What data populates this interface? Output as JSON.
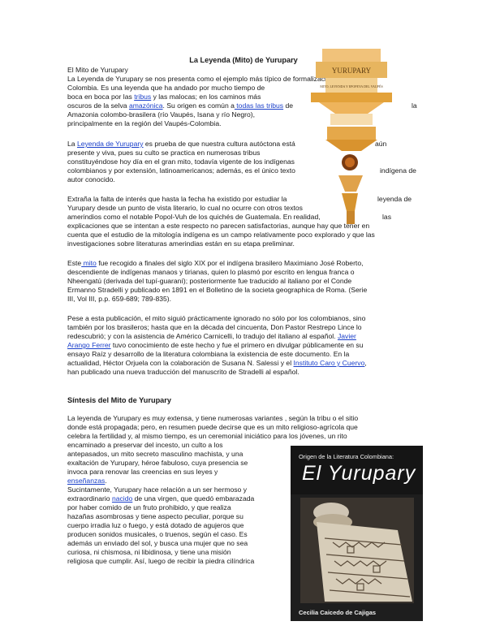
{
  "title": "La Leyenda (Mito) de Yurupary",
  "subtitle": "El Mito de Yurupary",
  "p1": {
    "l1": "La Leyenda de Yurupary se nos presenta como el ejemplo más típico de formalización literaria en",
    "l2": "Colombia. Es una leyenda que ha andado por mucho tiempo de",
    "l3a": "boca en boca por las ",
    "l3link": "tribus",
    "l3b": " y las malocas; en los caminos más",
    "l4a": "oscuros de la selva ",
    "l4link1": "amazónica",
    "l4b": ". Su origen es común a",
    "l4link2": " todas las tribus",
    "l4c": " de",
    "l4d": "la",
    "l5": "Amazonia colombo-brasilera (río Vaupés, Isana y río Negro),",
    "l6": "principalmente en la región del Vaupés-Colombia."
  },
  "p2": {
    "l1a": "La ",
    "l1link": "Leyenda de Yurupary",
    "l1b": " es prueba de que nuestra cultura autóctona está",
    "l1c": "aún",
    "l2": "presente y viva, pues su culto se practica en numerosas tribus",
    "l3": "constituyéndose hoy día en el gran mito, todavía vigente de los indígenas",
    "l4a": "colombianos y por extensión, latinoamericanos; además, es el único texto",
    "l4b": "indígena de",
    "l5": "autor conocido."
  },
  "p3": {
    "l1a": "Extraña la falta de interés que hasta la fecha ha existido por estudiar la",
    "l1b": "leyenda de",
    "l2": "Yurupary desde un punto de vista literario, lo cual no ocurre con otros textos",
    "l3a": "amerindios como el notable Popol-Vuh de los quichés de Guatemala. En realidad,",
    "l3b": "las",
    "l4": "explicaciones que se intentan a este respecto no parecen satisfactorias, aunque hay que tener en",
    "l5": "cuenta que el estudio de la mitología indígena es un campo relativamente poco explorado y que las",
    "l6": "investigaciones sobre literaturas amerindias están en su etapa preliminar."
  },
  "p4": {
    "l1a": "Este",
    "l1link": " mito",
    "l1b": " fue recogido a finales del siglo XIX por el indígena brasilero Maximiano José Roberto,",
    "l2": "descendiente de indígenas manaos y tirianas, quien lo plasmó por escrito en lengua franca o",
    "l3": "Nheengatú (derivada del tupí-guaraní); posteriormente fue traducido al italiano por el Conde",
    "l4": "Ermanno Stradelli y publicado en 1891 en el Bolletino de la societa geographica de Roma. (Serie",
    "l5": "III, Vol III, p.p. 659-689; 789-835)."
  },
  "p5": {
    "l1": "Pese a esta publicación, el mito siguió prácticamente ignorado no sólo por los colombianos, sino",
    "l2": "también por los brasileros; hasta que en la década del cincuenta, Don Pastor Restrepo Lince lo",
    "l3a": "redescubrió; y con la asistencia de Américo Carnicelli, lo tradujo del italiano al español. ",
    "l3link": "Javier",
    "l4link": "Arango Ferrer",
    "l4b": " tuvo conocimiento de este hecho y fue el primero en divulgar públicamente en su",
    "l5": "ensayo Raíz y desarrollo de la literatura colombiana la existencia de este documento. En la",
    "l6a": "actualidad, Héctor Orjuela con la colaboración de Susana N. Salessi y el ",
    "l6link": "Instituto Caro y Cuervo",
    "l6b": ",",
    "l7": "han publicado una nueva traducción del manuscrito de Stradelli al español."
  },
  "section2": "Síntesis del Mito de Yurupary",
  "p6": {
    "l1": "La leyenda de Yurupary es muy extensa, y tiene numerosas variantes , según la tribu o el sitio",
    "l2": "donde está propagada; pero, en resumen puede decirse que es un mito religioso-agrícola que",
    "l3": "celebra la fertilidad y, al mismo tiempo, es un ceremonial iniciático para los jóvenes, un rito",
    "l4": "encaminado a preservar del incesto, un culto a los",
    "l5": "antepasados, un mito secreto masculino machista, y una",
    "l6": "exaltación de Yurupary, héroe fabuloso, cuya presencia se",
    "l7": "invoca para renovar las creencias en sus leyes y",
    "l8link": "enseñanzas",
    "l8b": "."
  },
  "p7": {
    "l1": "Sucintamente, Yurupary hace relación a un ser hermoso y",
    "l2a": "extraordinario ",
    "l2link": "nacido",
    "l2b": " de una virgen, que quedó embarazada",
    "l3": "por haber comido de un fruto prohibido, y que realiza",
    "l4": "hazañas asombrosas y tiene aspecto peculiar, porque su",
    "l5": "cuerpo irradia luz o fuego, y está dotado de agujeros que",
    "l6": "producen sonidos musicales, o truenos, según el caso. Es",
    "l7": "además un enviado del sol, y busca una mujer que no sea",
    "l8": "curiosa, ni chismosa, ni libidinosa, y tiene una misión",
    "l9": "religiosa que cumplir. Así, luego de recibir la piedra cilíndrica"
  },
  "cover1": {
    "top_text": "YURUPARY",
    "caption": "MITO, LEYENDA Y EPOPEYA DEL VAUPÉS"
  },
  "cover2": {
    "header": "Origen de la Literatura Colombiana:",
    "title": "El Yurupary",
    "author": "Cecilia Caicedo de Cajigas"
  },
  "colors": {
    "link": "#1a3fc9",
    "cover_orange": "#e3a23a"
  }
}
